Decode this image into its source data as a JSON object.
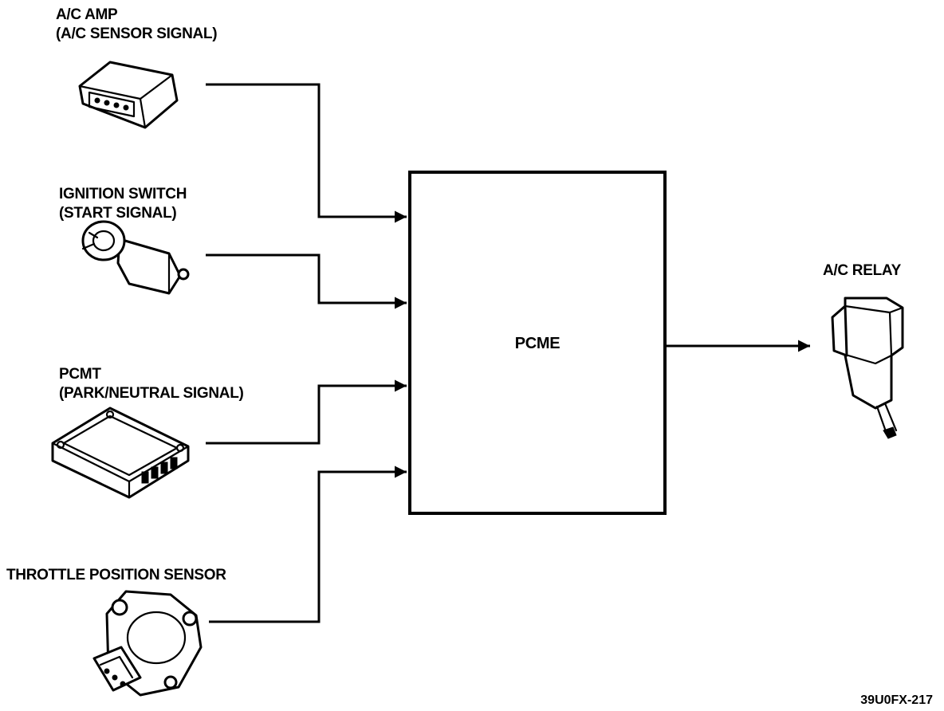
{
  "inputs": {
    "ac_amp": {
      "title": "A/C AMP",
      "signal": "(A/C SENSOR SIGNAL)"
    },
    "ignition_switch": {
      "title": "IGNITION SWITCH",
      "signal": "(START SIGNAL)"
    },
    "pcmt": {
      "title": "PCMT",
      "signal": "(PARK/NEUTRAL SIGNAL)"
    },
    "throttle_position_sensor": {
      "title": "THROTTLE POSITION SENSOR"
    }
  },
  "controller": {
    "label": "PCME"
  },
  "output": {
    "ac_relay": {
      "title": "A/C RELAY"
    }
  },
  "figure_id": "39U0FX-217"
}
